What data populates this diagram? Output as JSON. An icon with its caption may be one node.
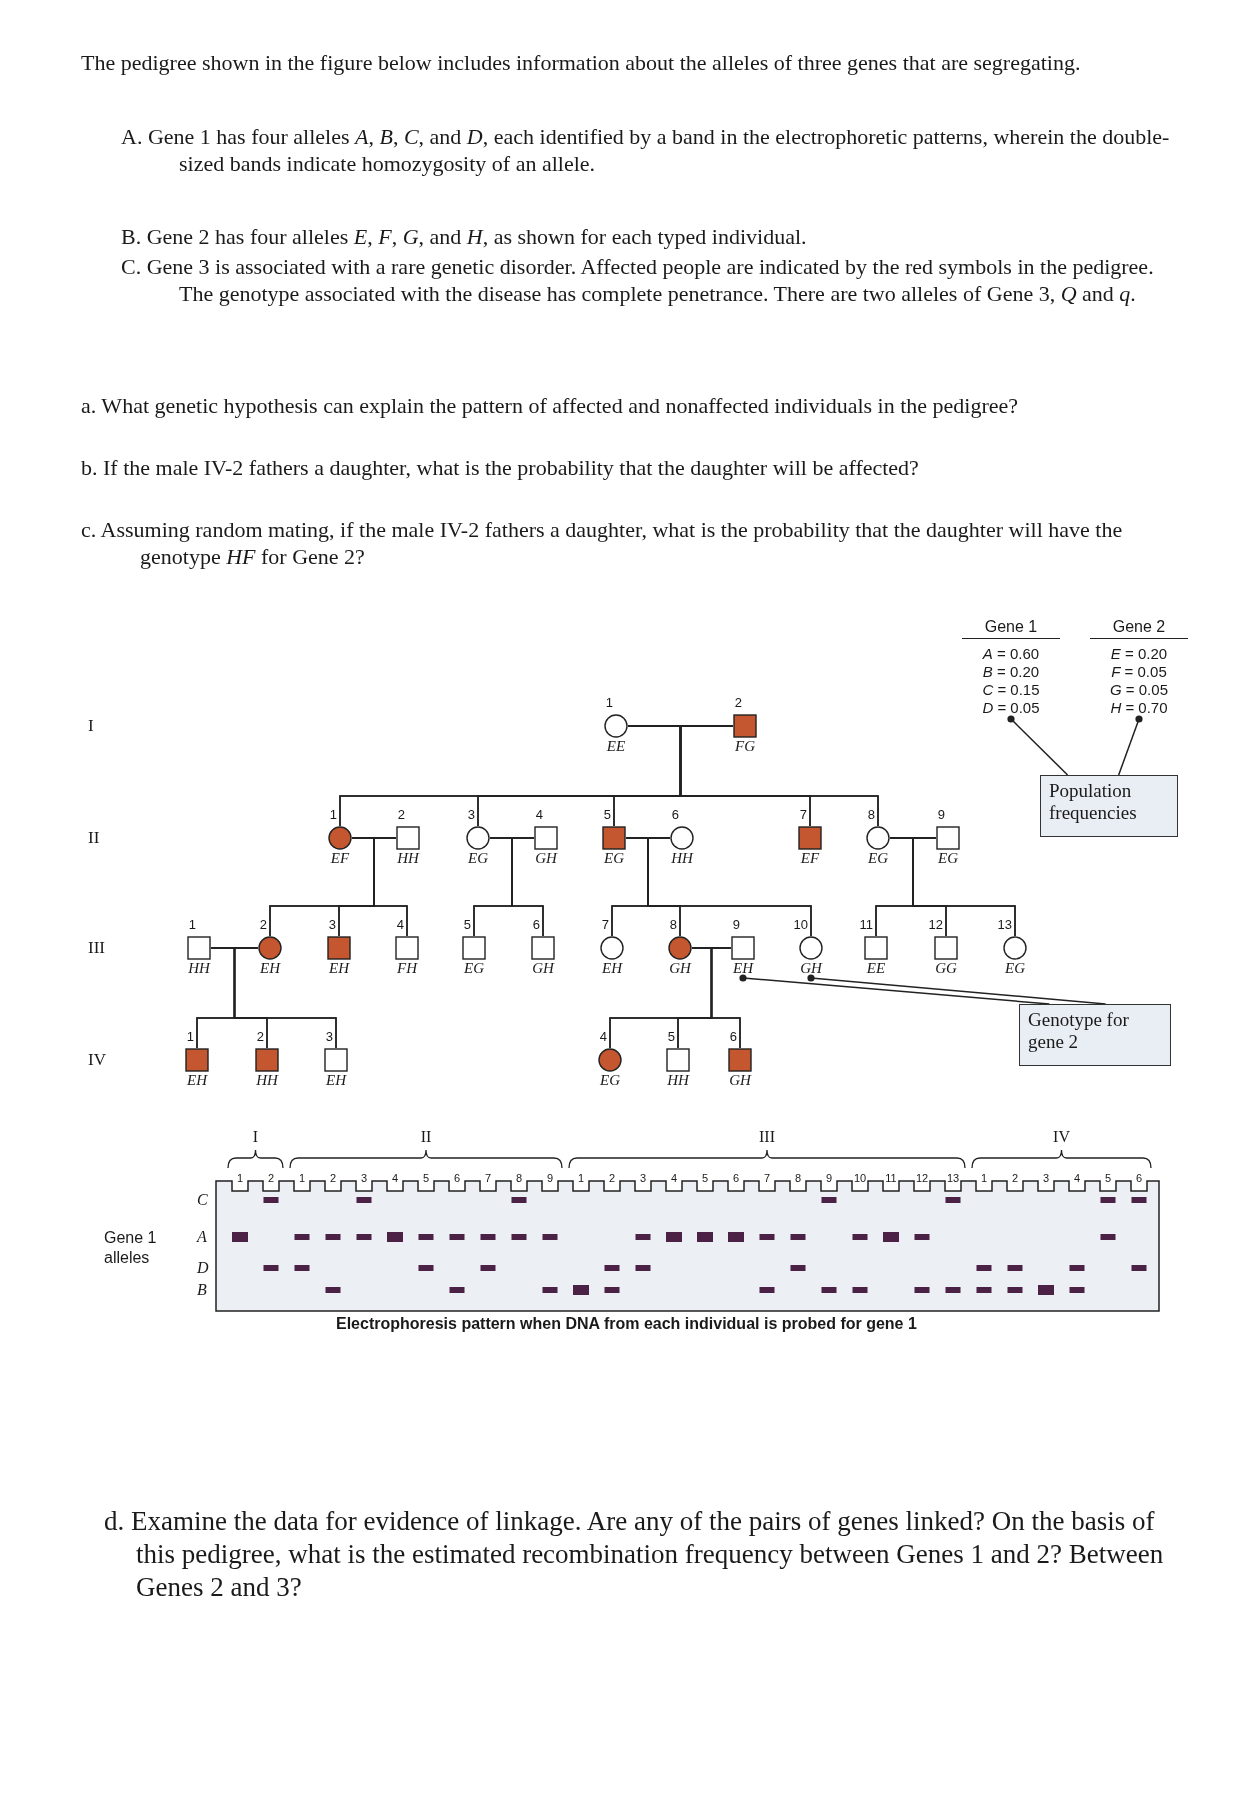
{
  "diagram": {
    "nodes": [
      {
        "text": [],
        "shape": "circle",
        "beside": [
          "1",
          "EE"
        ]
      },
      {
        "text": [],
        "shape": "box",
        "beside": [
          "2",
          "FG"
        ]
      },
      {
        "text": [],
        "shape": "circle",
        "beside": [
          "1",
          "EF"
        ]
      },
      {
        "text": [],
        "shape": "box",
        "beside": [
          "2",
          "HH"
        ]
      },
      {
        "text": [],
        "shape": "circle",
        "beside": [
          "3",
          "EG"
        ]
      },
      {
        "text": [],
        "shape": "box",
        "beside": [
          "4",
          "GH"
        ]
      },
      {
        "text": [],
        "shape": "box",
        "beside": [
          "5",
          "EG"
        ]
      },
      {
        "text": [],
        "shape": "circle",
        "beside": [
          "6",
          "HH"
        ]
      },
      {
        "text": [],
        "shape": "box",
        "beside": [
          "7",
          "EF"
        ]
      },
      {
        "text": [],
        "shape": "circle",
        "beside": [
          "8",
          "EG"
        ]
      },
      {
        "text": [],
        "shape": "box",
        "beside": [
          "9",
          "EG"
        ]
      },
      {
        "text": [],
        "shape": "box",
        "beside": [
          "1",
          "HH"
        ]
      },
      {
        "text": [],
        "shape": "circle",
        "beside": [
          "2",
          "EH"
        ]
      },
      {
        "text": [],
        "shape": "box",
        "beside": [
          "3",
          "EH"
        ]
      },
      {
        "text": [],
        "shape": "box",
        "beside": [
          "4",
          "FH"
        ]
      },
      {
        "text": [],
        "shape": "box",
        "beside": [
          "5",
          "EG"
        ]
      },
      {
        "text": [],
        "shape": "box",
        "beside": [
          "6",
          "GH"
        ]
      },
      {
        "text": [],
        "shape": "circle",
        "beside": [
          "7",
          "EH"
        ]
      },
      {
        "text": [],
        "shape": "circle",
        "beside": [
          "8",
          "GH"
        ]
      },
      {
        "text": [],
        "shape": "box",
        "beside": [
          "9",
          "EH"
        ]
      },
      {
        "text": [],
        "shape": "circle",
        "beside": [
          "10",
          "GH"
        ]
      },
      {
        "text": [],
        "shape": "box",
        "beside": [
          "11",
          "EE"
        ]
      },
      {
        "text": [],
        "shape": "box",
        "beside": [
          "12",
          "GG"
        ]
      },
      {
        "text": [],
        "shape": "circle",
        "beside": [
          "13",
          "EG"
        ]
      },
      {
        "text": [],
        "shape": "box",
        "beside": [
          "1",
          "EH"
        ]
      },
      {
        "text": [],
        "shape": "box",
        "beside": [
          "2",
          "HH"
        ]
      },
      {
        "text": [],
        "shape": "box",
        "beside": [
          "3",
          "EH"
        ]
      },
      {
        "text": [],
        "shape": "circle",
        "beside": [
          "4",
          "EG"
        ]
      },
      {
        "text": [],
        "shape": "box",
        "beside": [
          "5",
          "HH"
        ]
      },
      {
        "text": [],
        "shape": "box",
        "beside": [
          "6",
          "GH"
        ]
      },
      {
        "text": [
          "Gene 1",
          "*A* = 0.60",
          "*B* = 0.20",
          "*C* = 0.15",
          "*D* = 0.05"
        ]
      },
      {
        "text": [
          "Gene 2",
          "*E* = 0.20",
          "*F* = 0.05",
          "*G* = 0.05",
          "*H* = 0.70"
        ]
      },
      {
        "text": [
          "Population frequencies"
        ]
      },
      {
        "text": [
          "Genotype for gene 2"
        ]
      }
    ],
    "edges": [
      {
        "from": 0,
        "to": 1,
        "arrow": "none"
      },
      {
        "from": 0,
        "to": 2,
        "arrow": "none"
      },
      {
        "from": 0,
        "to": 4,
        "arrow": "none"
      },
      {
        "from": 0,
        "to": 6,
        "arrow": "none"
      },
      {
        "from": 0,
        "to": 8,
        "arrow": "none"
      },
      {
        "from": 0,
        "to": 9,
        "arrow": "none"
      },
      {
        "from": 1,
        "to": 2,
        "arrow": "none"
      },
      {
        "from": 1,
        "to": 4,
        "arrow": "none"
      },
      {
        "from": 1,
        "to": 6,
        "arrow": "none"
      },
      {
        "from": 1,
        "to": 8,
        "arrow": "none"
      },
      {
        "from": 1,
        "to": 9,
        "arrow": "none"
      },
      {
        "from": 2,
        "to": 3,
        "arrow": "none"
      },
      {
        "from": 2,
        "to": 12,
        "arrow": "none"
      },
      {
        "from": 2,
        "to": 13,
        "arrow": "none"
      },
      {
        "from": 2,
        "to": 14,
        "arrow": "none"
      },
      {
        "from": 3,
        "to": 12,
        "arrow": "none"
      },
      {
        "from": 3,
        "to": 13,
        "arrow": "none"
      },
      {
        "from": 3,
        "to": 14,
        "arrow": "none"
      },
      {
        "from": 4,
        "to": 5,
        "arrow": "none"
      },
      {
        "from": 4,
        "to": 15,
        "arrow": "none"
      },
      {
        "from": 4,
        "to": 16,
        "arrow": "none"
      },
      {
        "from": 5,
        "to": 15,
        "arrow": "none"
      },
      {
        "from": 5,
        "to": 16,
        "arrow": "none"
      },
      {
        "from": 6,
        "to": 7,
        "arrow": "none"
      },
      {
        "from": 6,
        "to": 17,
        "arrow": "none"
      },
      {
        "from": 6,
        "to": 18,
        "arrow": "none"
      },
      {
        "from": 6,
        "to": 20,
        "arrow": "none"
      },
      {
        "from": 7,
        "to": 17,
        "arrow": "none"
      },
      {
        "from": 7,
        "to": 18,
        "arrow": "none"
      },
      {
        "from": 7,
        "to": 20,
        "arrow": "none"
      },
      {
        "from": 9,
        "to": 10,
        "arrow": "none"
      },
      {
        "from": 9,
        "to": 21,
        "arrow": "none"
      },
      {
        "from": 9,
        "to": 22,
        "arrow": "none"
      },
      {
        "from": 9,
        "to": 23,
        "arrow": "none"
      },
      {
        "from": 10,
        "to": 21,
        "arrow": "none"
      },
      {
        "from": 10,
        "to": 22,
        "arrow": "none"
      },
      {
        "from": 10,
        "to": 23,
        "arrow": "none"
      },
      {
        "from": 11,
        "to": 12,
        "arrow": "none"
      },
      {
        "from": 11,
        "to": 24,
        "arrow": "none"
      },
      {
        "from": 11,
        "to": 25,
        "arrow": "none"
      },
      {
        "from": 11,
        "to": 26,
        "arrow": "none"
      },
      {
        "from": 12,
        "to": 24,
        "arrow": "none"
      },
      {
        "from": 12,
        "to": 25,
        "arrow": "none"
      },
      {
        "from": 12,
        "to": 26,
        "arrow": "none"
      },
      {
        "from": 18,
        "to": 19,
        "arrow": "none"
      },
      {
        "from": 18,
        "to": 27,
        "arrow": "none"
      },
      {
        "from": 18,
        "to": 28,
        "arrow": "none"
      },
      {
        "from": 18,
        "to": 29,
        "arrow": "none"
      },
      {
        "from": 19,
        "to": 27,
        "arrow": "none"
      },
      {
        "from": 19,
        "to": 28,
        "arrow": "none"
      },
      {
        "from": 19,
        "to": 29,
        "arrow": "none"
      },
      {
        "from": 32,
        "to": 30,
        "arrow": "other"
      },
      {
        "from": 32,
        "to": 31,
        "arrow": "other"
      },
      {
        "from": 33,
        "to": 19,
        "arrow": "other"
      },
      {
        "from": 33,
        "to": 20,
        "arrow": "other"
      }
    ],
    "labels": [
      "The pedigree shown in the figure below includes information about the alleles of three genes that are segregating.",
      "A. Gene 1 has four alleles *A*, *B*, *C*, and *D*, each identified by a band in the electrophoretic patterns, wherein the double-sized bands indicate homozygosity of an allele.",
      "B. Gene 2 has four alleles *E*, *F*, *G*, and *H*, as shown for each typed individual.",
      "C. Gene 3 is associated with a rare genetic disorder. Affected people are indicated by the red symbols in the pedigree. The genotype associated with the disease has complete penetrance. There are two alleles of Gene 3, *Q* and *q*.",
      "a. What genetic hypothesis can explain the pattern of affected and nonaffected individuals in the pedigree?",
      "b. If the male IV-2 fathers a daughter, what is the probability that the daughter will be affected?",
      "c. Assuming random mating, if the male IV-2 fathers a daughter, what is the probability that the daughter will have the genotype *HF* for Gene 2?",
      "I",
      "II",
      "III",
      "IV",
      "I",
      "II",
      "III",
      "IV",
      "1",
      "2",
      "1",
      "2",
      "3",
      "4",
      "5",
      "6",
      "7",
      "8",
      "9",
      "1",
      "2",
      "3",
      "4",
      "5",
      "6",
      "7",
      "8",
      "9",
      "10",
      "11",
      "12",
      "13",
      "1",
      "2",
      "3",
      "4",
      "5",
      "6",
      "C",
      "A",
      "D",
      "B",
      "Gene 1 alleles",
      "Electrophoresis pattern when DNA from each individual is probed for gene 1",
      "d. Examine the data for evidence of linkage. Are any of the pairs of genes linked? On the basis of this pedigree, what is the estimated recombination frequency between Genes 1 and 2? Between Genes 2 and 3?"
    ]
  }
}
